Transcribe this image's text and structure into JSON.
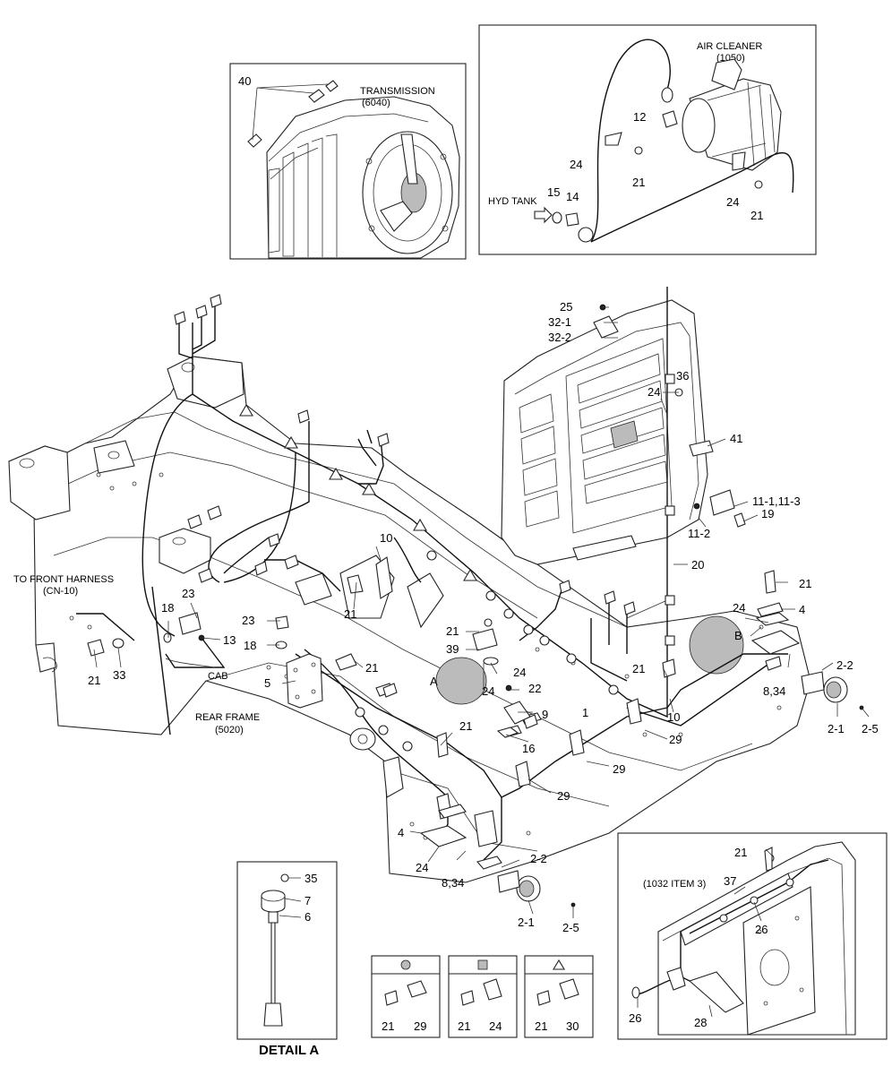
{
  "insets": {
    "transmission": {
      "title": "TRANSMISSION",
      "code": "(6040)",
      "callouts": [
        "40"
      ]
    },
    "air_cleaner": {
      "title": "AIR CLEANER",
      "code": "(1050)",
      "hyd_tank": "HYD TANK",
      "callouts": [
        "12",
        "24",
        "21",
        "15",
        "14",
        "24",
        "21"
      ]
    },
    "detail_a": {
      "title": "DETAIL A",
      "callouts": [
        "35",
        "7",
        "6"
      ]
    },
    "item_1032": {
      "label": "(1032 ITEM 3)",
      "callouts": [
        "21",
        "37",
        "26",
        "26",
        "28"
      ]
    }
  },
  "main": {
    "labels": {
      "to_front": "TO FRONT HARNESS",
      "to_front_code": "(CN-10)",
      "rear_frame": "REAR FRAME",
      "rear_frame_code": "(5020)",
      "cab": "CAB"
    },
    "callouts": {
      "c25": "25",
      "c32_1": "32-1",
      "c32_2": "32-2",
      "c36": "36",
      "c24_top": "24",
      "c41": "41",
      "c11_1": "11-1,11-3",
      "c11_2": "11-2",
      "c19": "19",
      "c20": "20",
      "c21_r": "21",
      "c4_r": "4",
      "c24_r": "24",
      "cB": "B",
      "c2_2_r": "2-2",
      "c8_34_r": "8,34",
      "c2_1_r": "2-1",
      "c2_5_r": "2-5",
      "c10_top": "10",
      "c21_mid": "21",
      "c23a": "23",
      "c18a": "18",
      "c23b": "23",
      "c18b": "18",
      "c13": "13",
      "c21_l": "21",
      "c33": "33",
      "c21_c": "21",
      "c5": "5",
      "c21_n": "21",
      "c39": "39",
      "c24_n1": "24",
      "cA": "A",
      "c24_n2": "24",
      "c22": "22",
      "c21_rr": "21",
      "c10_r": "10",
      "c9": "9",
      "c1": "1",
      "c16": "16",
      "c29a": "29",
      "c29b": "29",
      "c29c": "29",
      "c21_lo": "21",
      "c4_lo": "4",
      "c24_lo": "24",
      "c8_34_lo": "8,34",
      "c2_2_lo": "2-2",
      "c2_1_lo": "2-1",
      "c2_5_lo": "2-5"
    }
  },
  "legend": [
    {
      "symbol": "circle-marker-icon",
      "parts": [
        "21",
        "29"
      ]
    },
    {
      "symbol": "square-marker-icon",
      "parts": [
        "21",
        "24"
      ]
    },
    {
      "symbol": "triangle-marker-icon",
      "parts": [
        "21",
        "30"
      ]
    }
  ]
}
